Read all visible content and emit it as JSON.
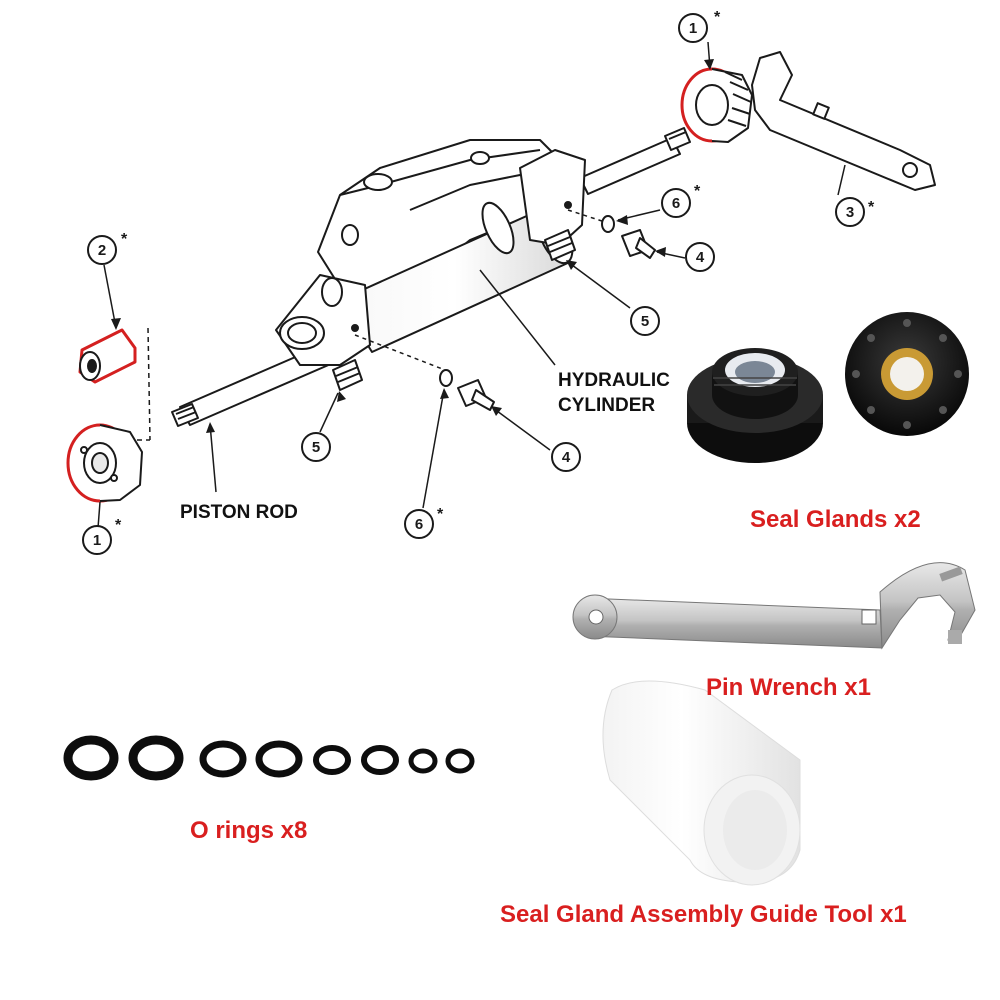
{
  "diagram_labels": {
    "hydraulic_line1": "HYDRAULIC",
    "hydraulic_line2": "CYLINDER",
    "piston_rod": "PISTON ROD"
  },
  "callouts": {
    "c1_top": {
      "number": "1",
      "mark": "*"
    },
    "c1_bottom": {
      "number": "1",
      "mark": "*"
    },
    "c2": {
      "number": "2",
      "mark": "*"
    },
    "c3": {
      "number": "3",
      "mark": "*"
    },
    "c4_right": {
      "number": "4",
      "mark": ""
    },
    "c4_bottom": {
      "number": "4",
      "mark": ""
    },
    "c5_right": {
      "number": "5",
      "mark": ""
    },
    "c5_left": {
      "number": "5",
      "mark": ""
    },
    "c6_right": {
      "number": "6",
      "mark": "*"
    },
    "c6_bottom": {
      "number": "6",
      "mark": "*"
    }
  },
  "products": {
    "seal_glands": "Seal Glands x2",
    "pin_wrench": "Pin Wrench x1",
    "o_rings": "O rings x8",
    "guide_tool": "Seal Gland Assembly Guide Tool x1"
  },
  "colors": {
    "caption": "#d91f1f",
    "highlight": "#d42020",
    "line": "#1a1a1a"
  }
}
